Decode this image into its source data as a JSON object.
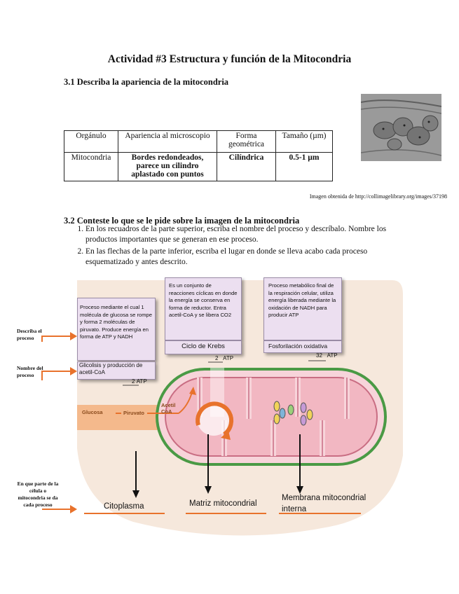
{
  "title": "Actividad #3 Estructura y función de la Mitocondria",
  "section_31": "3.1 Describa la apariencia de la mitocondria",
  "table": {
    "headers": [
      "Orgánulo",
      "Apariencia al microscopio",
      "Forma geométrica",
      "Tamaño (µm)"
    ],
    "row": [
      "Mitocondria",
      "Bordes redondeados, parece un cilindro aplastado con puntos",
      "Cilíndrica",
      "0.5-1 µm"
    ]
  },
  "image_credit": "Imagen obtenida de http://collimagelibrary.org/images/37198",
  "section_32": "3.2 Conteste lo que se le pide sobre la imagen de la mitocondria",
  "instructions": [
    "En los recuadros de la parte superior, escriba el nombre del proceso y descríbalo. Nombre los productos importantes que se generan en ese proceso.",
    "En las flechas de la parte inferior, escriba el lugar en donde se lleva acabo cada proceso esquematizado y antes descrito."
  ],
  "diagram": {
    "boxes": [
      {
        "description": "Proceso mediante el cual 1 molécula de glucosa se rompe y forma 2 moléculas de piruvato. Produce energía en forma de ATP y NADH",
        "name": "Glicolisis y producción de acetil-CoA",
        "atp": "2",
        "atp_unit": "ATP"
      },
      {
        "description": "Es un conjunto de reacciones cíclicas en donde la energía se conserva en forma de reductor. Entra acetil-CoA y se libera CO2",
        "name": "Ciclo de Krebs",
        "atp": "2",
        "atp_unit": "ATP"
      },
      {
        "description": "Proceso metabólico final de la respiración celular, utiliza energía liberada mediante la oxidación de NADH para producir ATP",
        "name": "Fosforilación oxidativa",
        "atp": "32",
        "atp_unit": "ATP"
      }
    ],
    "side_labels": {
      "describe": "Describa el proceso",
      "name": "Nombre del proceso",
      "where": "En que parte de la célula o mitocondria se da cada proceso"
    },
    "labels": {
      "glucose": "Glucosa",
      "pyruvate": "Piruvato",
      "acetyl": "Acetil CoA"
    },
    "answers": [
      "Citoplasma",
      "Matriz mitocondrial",
      "Membrana mitocondrial interna"
    ],
    "colors": {
      "arrow": "#e8722c",
      "membrane": "#4a9a45",
      "matrix": "#f2b7c2",
      "cell": "#f6e8dc"
    }
  }
}
